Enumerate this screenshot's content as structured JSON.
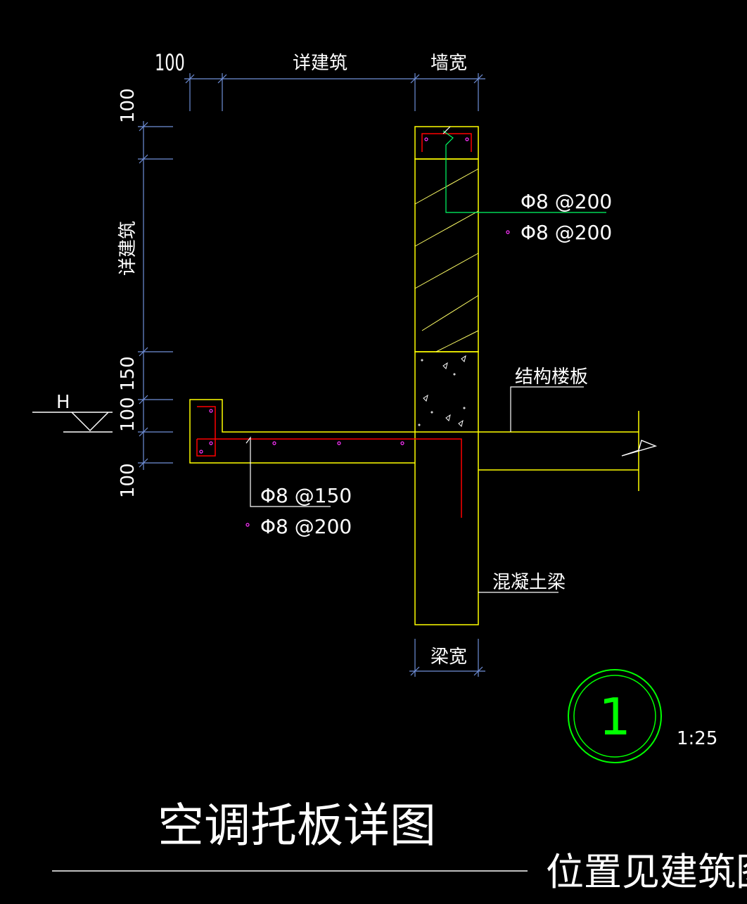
{
  "title": "空调托板详图",
  "note": "位置见建筑图",
  "scale": "1:25",
  "detail_number": "1",
  "dimensions": {
    "top_left": "100",
    "top_middle": "详建筑",
    "top_right": "墙宽",
    "left_top": "100",
    "left_middle": "详建筑",
    "left_150": "150",
    "left_100a": "100",
    "left_100b": "100",
    "bottom": "梁宽"
  },
  "level_mark": "H",
  "rebar_labels": {
    "wall_stirrup": "Φ8 @200",
    "wall_dist": "Φ8 @200",
    "slab_main": "Φ8 @150",
    "slab_dist": "Φ8 @200"
  },
  "callouts": {
    "floor_slab": "结构楼板",
    "concrete_beam": "混凝土梁"
  },
  "colors": {
    "background": "#000000",
    "outline": "#ffff00",
    "rebar": "#ff0000",
    "dimension": "#6f8fd8",
    "leader": "#ffffff",
    "hatch": "#ffff66",
    "bar_dot": "#ff33ff",
    "detail_circle": "#00ff00",
    "text": "#ffffff"
  }
}
